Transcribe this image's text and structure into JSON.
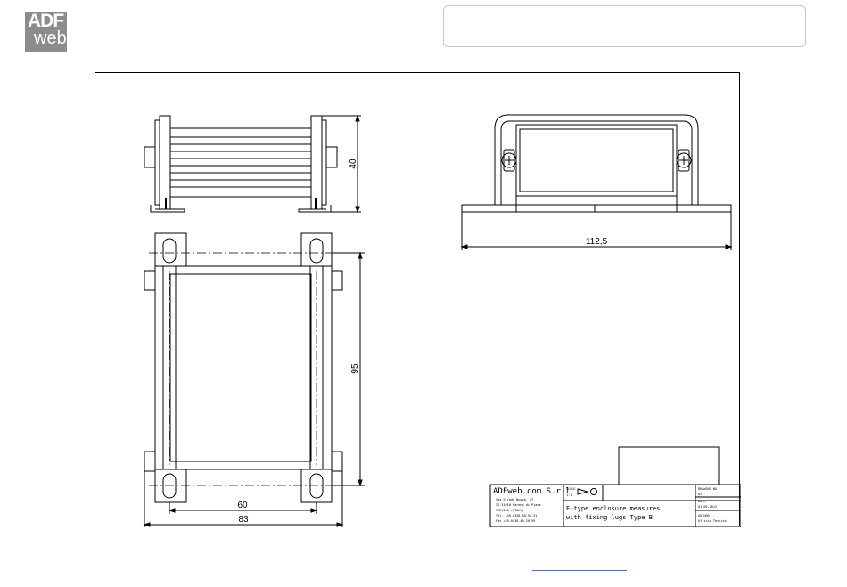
{
  "logo": {
    "line1": "ADF",
    "line2": "web"
  },
  "drawing": {
    "dimensions": {
      "height_side": "40",
      "width_front": "112,5",
      "length_top": "95",
      "hole_spacing": "60",
      "overall_width": "83"
    },
    "title_block": {
      "company": "ADFweb.com S.r.l",
      "address_lines": [
        "Via Strada Nuova, 17",
        "IT-31010 Mareno di Piave",
        "TREVISO (ITALY)",
        "Tel. +39.0438.30.91.31",
        "Fax +39.0438.49.20.99"
      ],
      "title_line1": "E-type enclosure measures",
      "title_line2": "with fixing lugs Type B",
      "scale_label": "SCALE",
      "scale_value": "1:1",
      "drawing_no_label": "DRAWING NO",
      "drawing_no_value": "01",
      "date_label": "DATE",
      "date_value": "01-09-2012",
      "author_label": "AUTHOR",
      "author_value": "Ufficio Tecnico"
    }
  }
}
